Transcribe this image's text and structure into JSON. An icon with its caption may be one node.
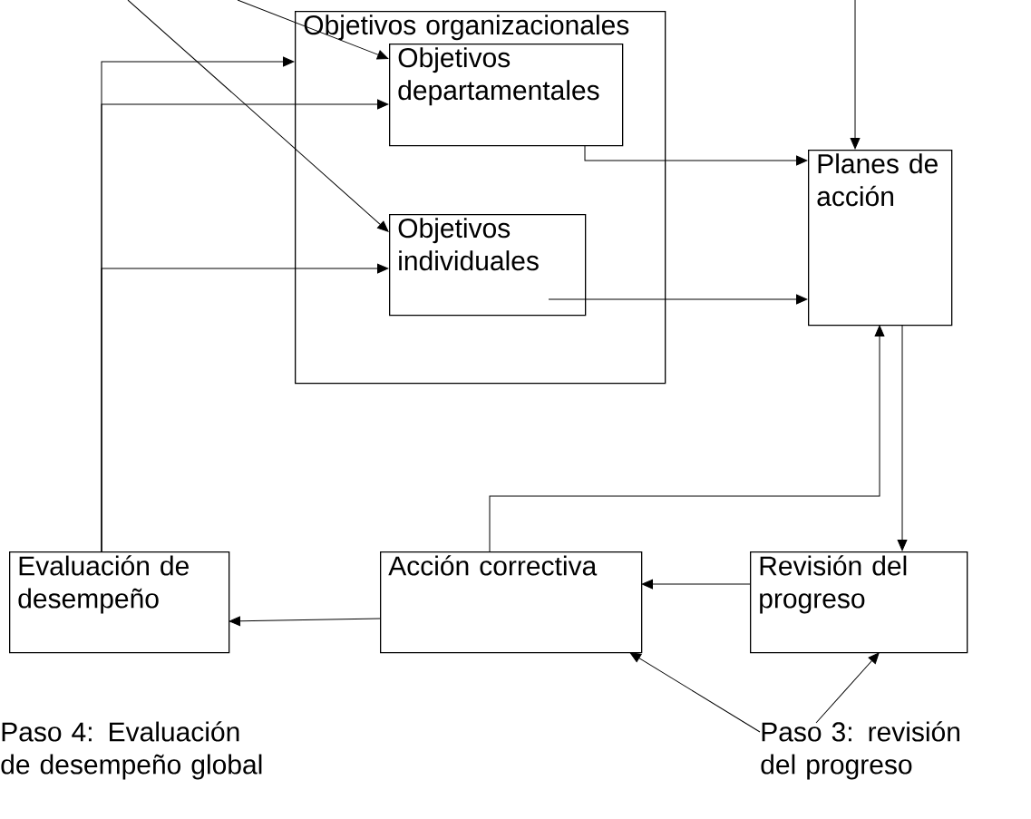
{
  "diagram": {
    "nodes": [
      {
        "text": [
          "Objetivos organizacionales"
        ]
      },
      {
        "text": [
          "Objetivos departamentales"
        ],
        "in": 0
      },
      {
        "text": [
          "Objetivos individuales"
        ],
        "in": 0
      },
      {
        "text": [
          "Planes de acción"
        ]
      },
      {
        "text": [
          "Evaluación de desempeño"
        ]
      },
      {
        "text": [
          "Acción correctiva"
        ]
      },
      {
        "text": [
          "Revisión del progreso"
        ]
      },
      {
        "text": [
          "Paso 3: revisión del progreso"
        ]
      }
    ],
    "edges": [
      {
        "from": null,
        "to": 1,
        "arrow": "to"
      },
      {
        "from": null,
        "to": 2,
        "arrow": "to"
      },
      {
        "from": null,
        "to": 3,
        "arrow": "to"
      },
      {
        "from": 4,
        "to": 0,
        "arrow": "to"
      },
      {
        "from": 4,
        "to": 1,
        "arrow": "to"
      },
      {
        "from": 4,
        "to": 2,
        "arrow": "to"
      },
      {
        "from": 1,
        "to": 3,
        "arrow": "to"
      },
      {
        "from": 2,
        "to": 3,
        "arrow": "to"
      },
      {
        "from": 5,
        "to": 3,
        "arrow": "to"
      },
      {
        "from": 3,
        "to": 6,
        "arrow": "to"
      },
      {
        "from": 6,
        "to": 5,
        "arrow": "to"
      },
      {
        "from": 5,
        "to": 4,
        "arrow": "to"
      },
      {
        "from": 7,
        "to": 5,
        "arrow": "to"
      },
      {
        "from": 7,
        "to": 6,
        "arrow": "to"
      }
    ],
    "labels": [
      "Paso 4: Evaluación de desempeño global"
    ]
  }
}
